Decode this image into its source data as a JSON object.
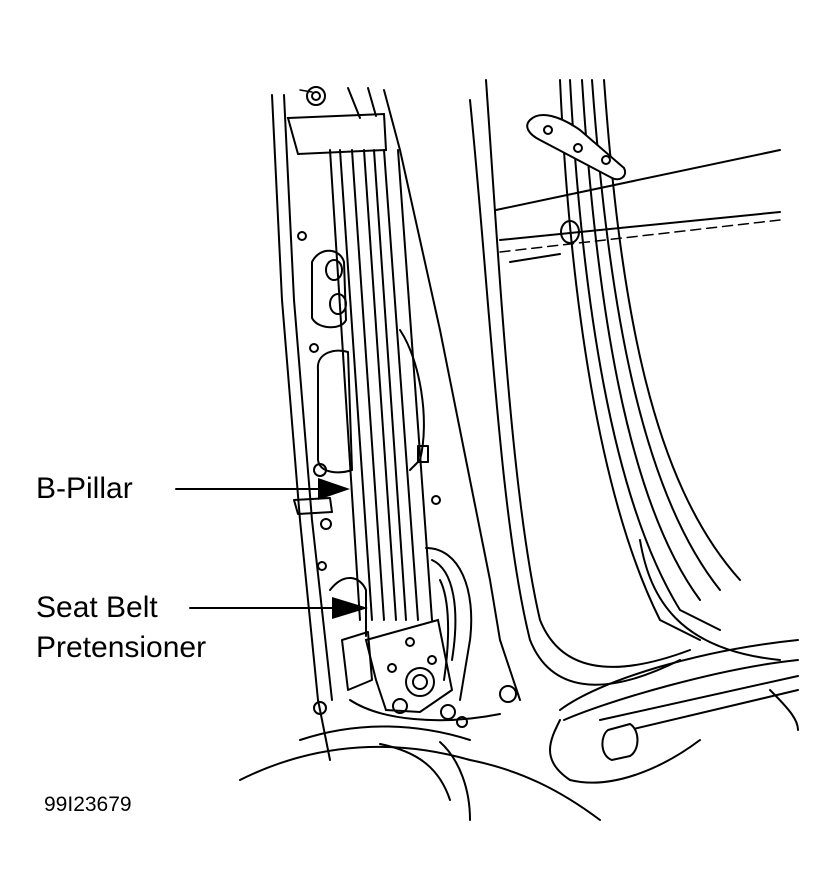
{
  "labels": {
    "b_pillar": "B-Pillar",
    "seat_belt_line1": "Seat Belt",
    "seat_belt_line2": "Pretensioner"
  },
  "figure_id": "99I23679",
  "colors": {
    "ink": "#000000",
    "paper": "#ffffff"
  }
}
